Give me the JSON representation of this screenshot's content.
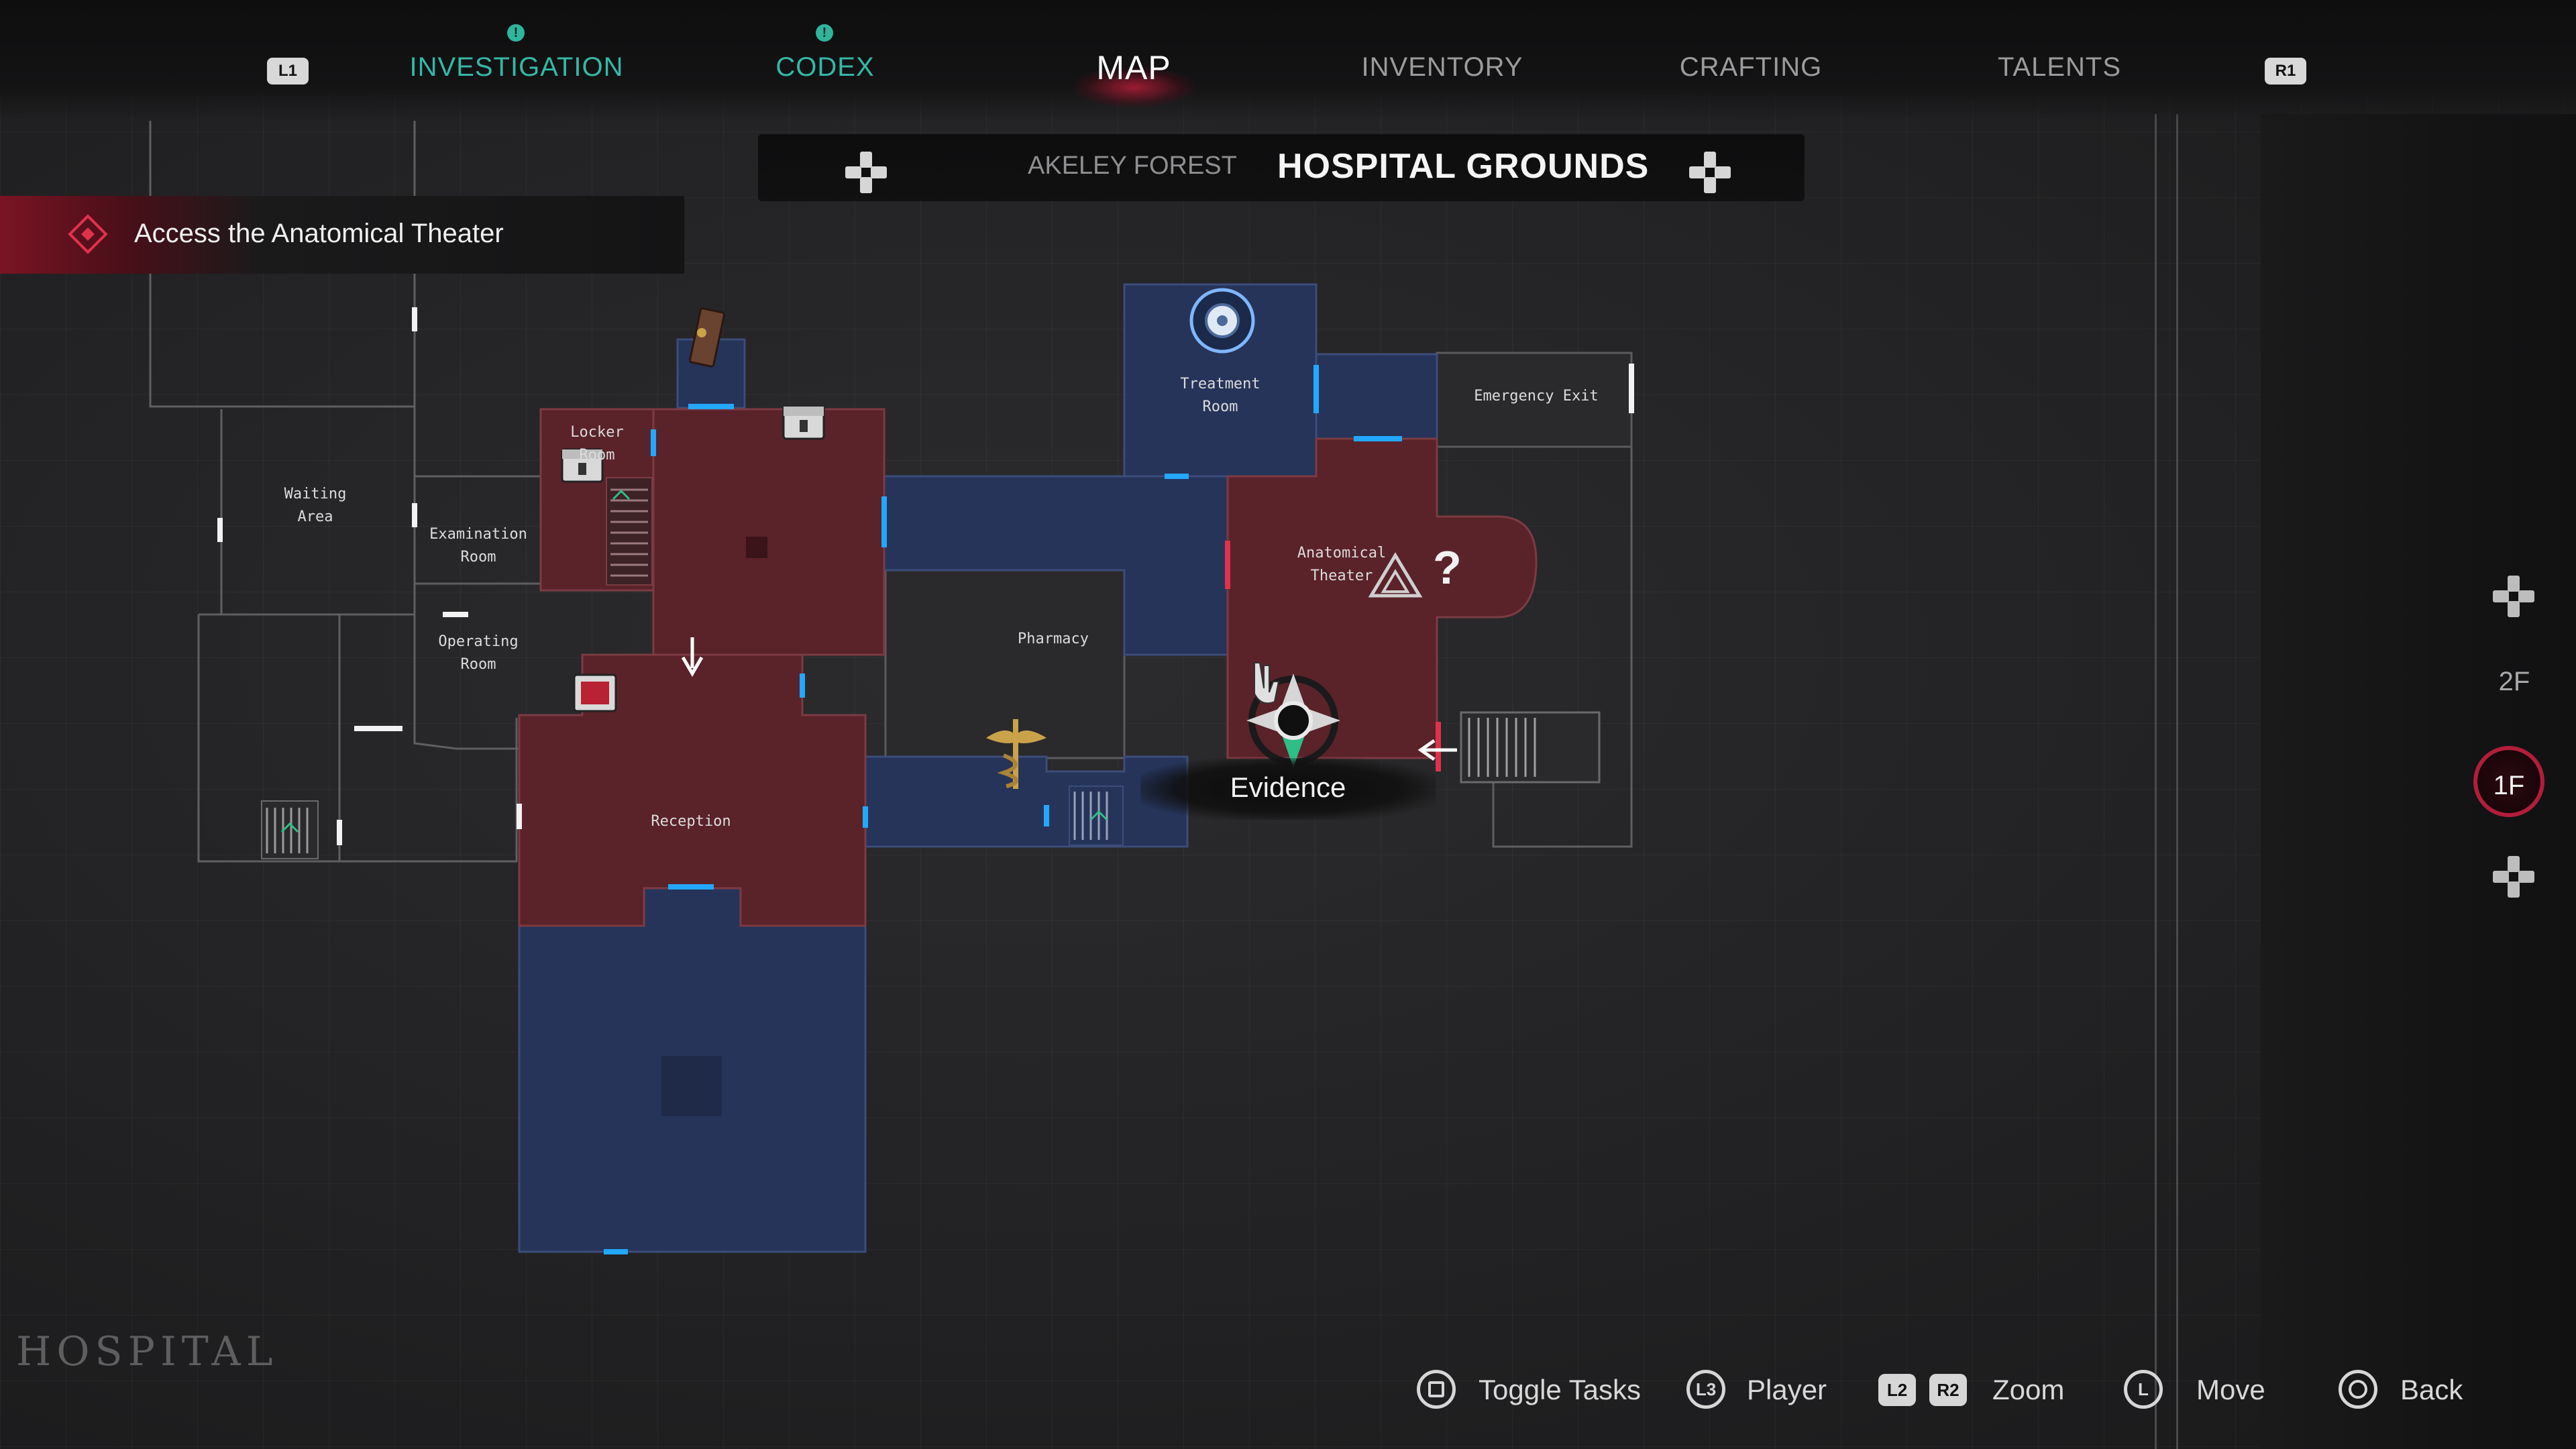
{
  "nav": {
    "left_button": "L1",
    "right_button": "R1",
    "tabs": [
      "INVESTIGATION",
      "CODEX",
      "MAP",
      "INVENTORY",
      "CRAFTING",
      "TALENTS"
    ],
    "active_tab": "MAP",
    "alert_tabs": [
      "INVESTIGATION",
      "CODEX"
    ],
    "alert_glyph": "!"
  },
  "subnav": {
    "tabs": [
      "AKELEY FOREST",
      "HOSPITAL GROUNDS"
    ],
    "active": "HOSPITAL GROUNDS"
  },
  "objective": {
    "text": "Access the Anatomical Theater"
  },
  "map": {
    "rooms": {
      "locker": "Locker\nRoom",
      "waiting": "Waiting\nArea",
      "examination": "Examination\nRoom",
      "operating": "Operating\nRoom",
      "reception": "Reception",
      "pharmacy": "Pharmacy",
      "treatment": "Treatment\nRoom",
      "emergency": "Emergency Exit",
      "anatomical": "Anatomical\nTheater"
    },
    "tooltip": "Evidence",
    "area_name": "HOSPITAL",
    "question_mark": "?"
  },
  "floors": {
    "upper": "2F",
    "current": "1F"
  },
  "controls": [
    {
      "icon": "square-button-icon",
      "key": "",
      "label": "Toggle Tasks"
    },
    {
      "icon": "l3-stick-icon",
      "key": "L3",
      "label": "Player"
    },
    {
      "icon": "l2-r2-icon",
      "key": "L2",
      "key2": "R2",
      "label": "Zoom"
    },
    {
      "icon": "left-stick-icon",
      "key": "L",
      "label": "Move"
    },
    {
      "icon": "circle-button-icon",
      "key": "",
      "label": "Back"
    }
  ],
  "colors": {
    "accent_red": "#e0314c",
    "teal": "#35b8a6",
    "room_red": "#5a2229",
    "room_blue": "#26345a",
    "door_blue": "#23a8ff"
  }
}
